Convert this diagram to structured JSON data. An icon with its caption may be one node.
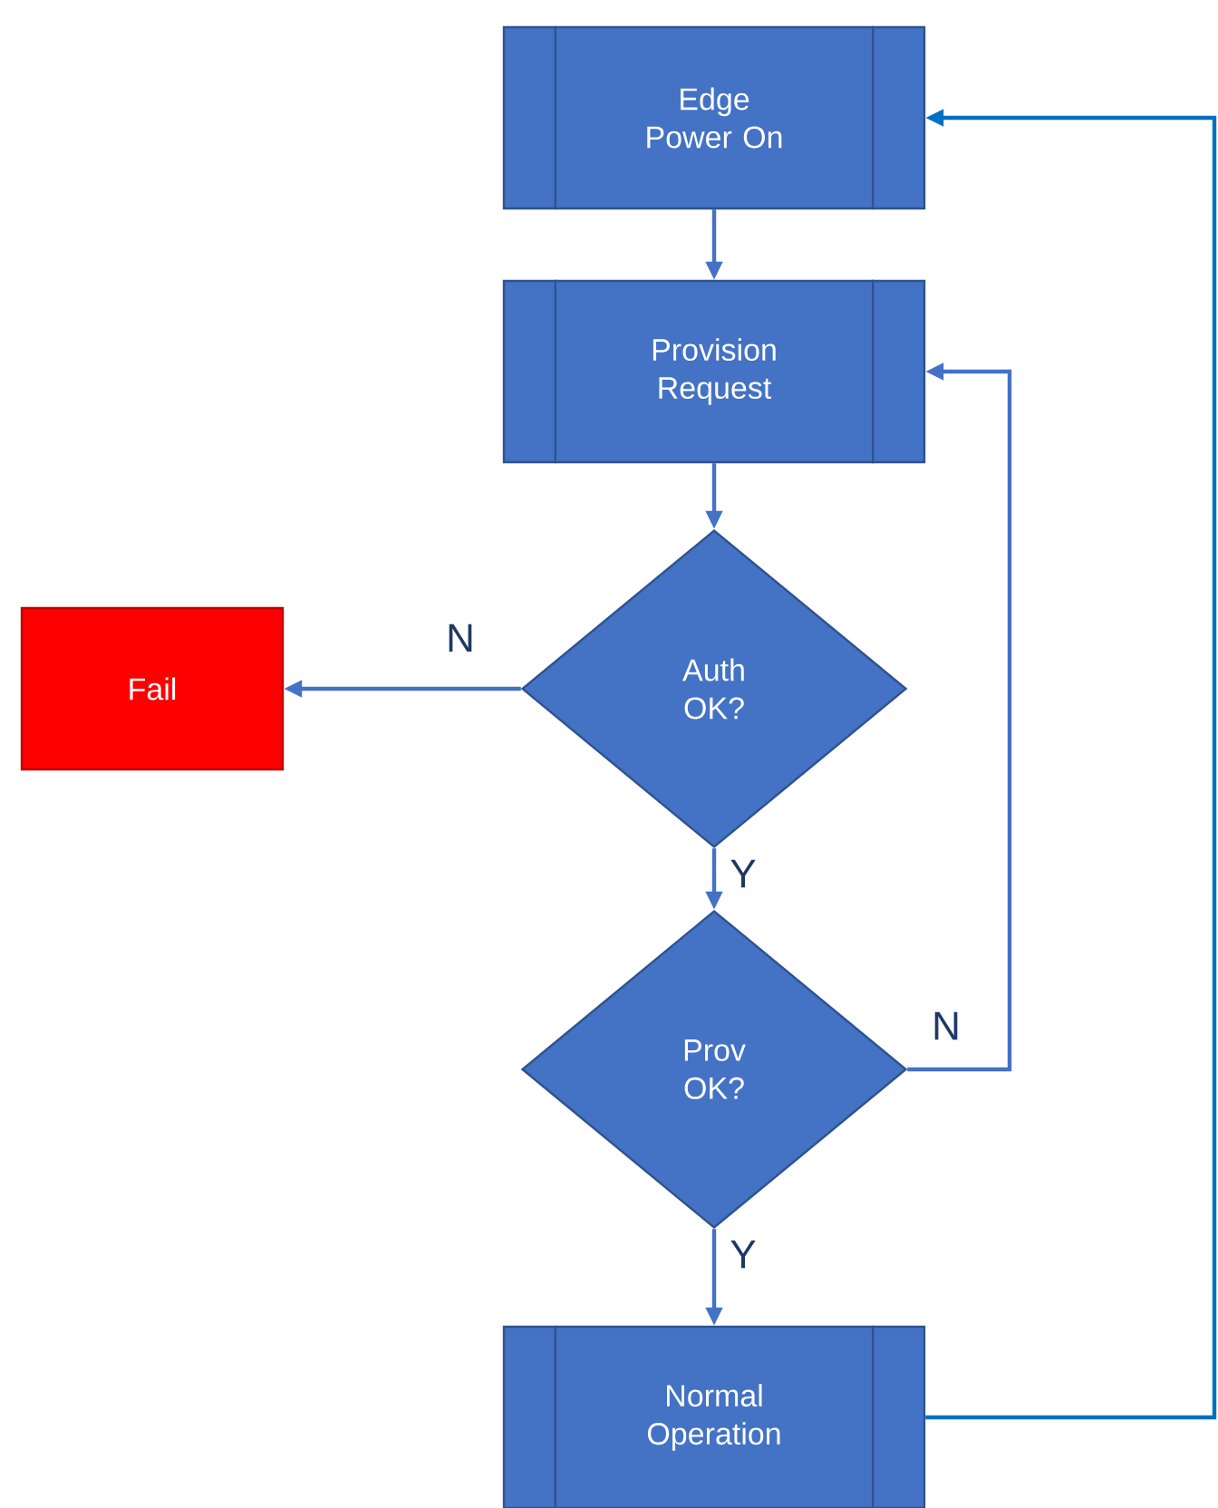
{
  "diagram": {
    "nodes": [
      {
        "text": [
          "Edge Power On"
        ]
      },
      {
        "text": [
          "Provision Request"
        ]
      },
      {
        "text": [
          "Auth OK?"
        ]
      },
      {
        "text": [
          "Fail"
        ]
      },
      {
        "text": [
          "Prov OK?"
        ]
      },
      {
        "text": [
          "Normal Operation"
        ]
      }
    ],
    "edges": [
      {
        "from": 0,
        "to": 1,
        "arrow": "to"
      },
      {
        "from": 1,
        "to": 2,
        "arrow": "to"
      },
      {
        "from": 2,
        "to": 3,
        "arrow": "to",
        "label": "N"
      },
      {
        "from": 2,
        "to": 4,
        "arrow": "to",
        "label": "Y"
      },
      {
        "from": 4,
        "to": 1,
        "arrow": "to",
        "label": "N"
      },
      {
        "from": 4,
        "to": 5,
        "arrow": "to",
        "label": "Y"
      },
      {
        "from": 5,
        "to": 0,
        "arrow": "to",
        "color": "#0070c0"
      }
    ]
  }
}
